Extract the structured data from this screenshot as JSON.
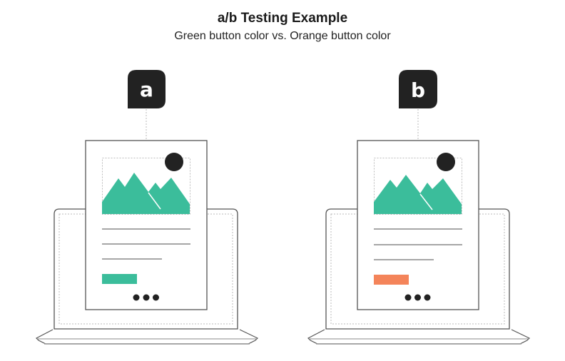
{
  "header": {
    "title": "a/b Testing Example",
    "subtitle": "Green button color vs. Orange button color"
  },
  "variants": [
    {
      "id": "a",
      "label": "a",
      "button_color": "#3bbd9b",
      "button_color_name": "Green"
    },
    {
      "id": "b",
      "label": "b",
      "button_color": "#f4845a",
      "button_color_name": "Orange"
    }
  ],
  "colors": {
    "badge": "#222222",
    "mountain": "#3bbd9b",
    "sun": "#222222",
    "outline": "#555555",
    "dashed": "#bbbbbb",
    "text_line": "#888888",
    "dots": "#222222"
  },
  "icons": {
    "image_placeholder": "mountain-sun-image-icon",
    "more": "ellipsis-dots-icon",
    "device": "laptop-icon",
    "page": "document-page-icon"
  }
}
